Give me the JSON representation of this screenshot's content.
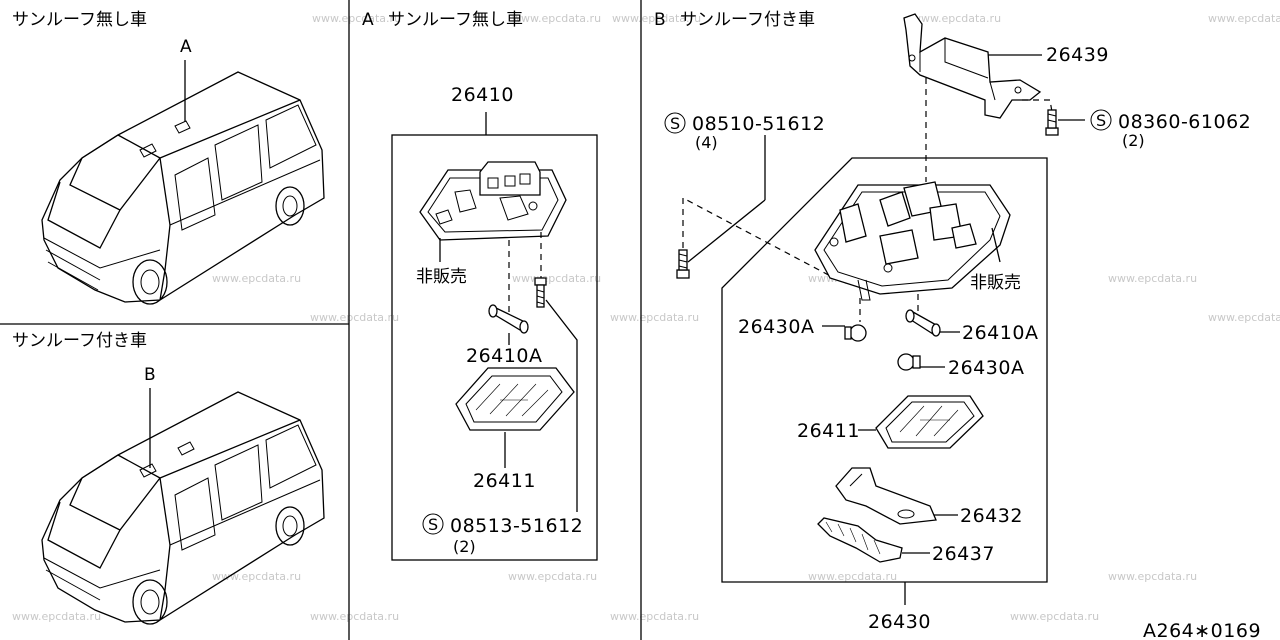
{
  "watermark": "www.epcdata.ru",
  "panels": {
    "no_sunroof_vehicle": {
      "title": "サンルーフ無し車",
      "callout": "A"
    },
    "sunroof_vehicle": {
      "title": "サンルーフ付き車",
      "callout": "B"
    },
    "detail_a": {
      "letter": "A",
      "title": "サンルーフ無し車"
    },
    "detail_b": {
      "letter": "B",
      "title": "サンルーフ付き車"
    }
  },
  "detail_a_labels": {
    "assembly": "26410",
    "not_for_sale": "非販売",
    "bulb": "26410A",
    "lens": "26411",
    "screw_s": "S",
    "screw": "08513-51612",
    "screw_qty": "(2)"
  },
  "detail_b_labels": {
    "bracket": "26439",
    "screw_left_s": "S",
    "screw_left": "08510-51612",
    "screw_left_qty": "(4)",
    "screw_right_s": "S",
    "screw_right": "08360-61062",
    "screw_right_qty": "(2)",
    "not_for_sale": "非販売",
    "bulb_a_left": "26430A",
    "bulb_festoon": "26410A",
    "bulb_a_right": "26430A",
    "lens": "26411",
    "cover": "26432",
    "trim": "26437",
    "assembly": "26430"
  },
  "diagram_code": "A264∗0169"
}
